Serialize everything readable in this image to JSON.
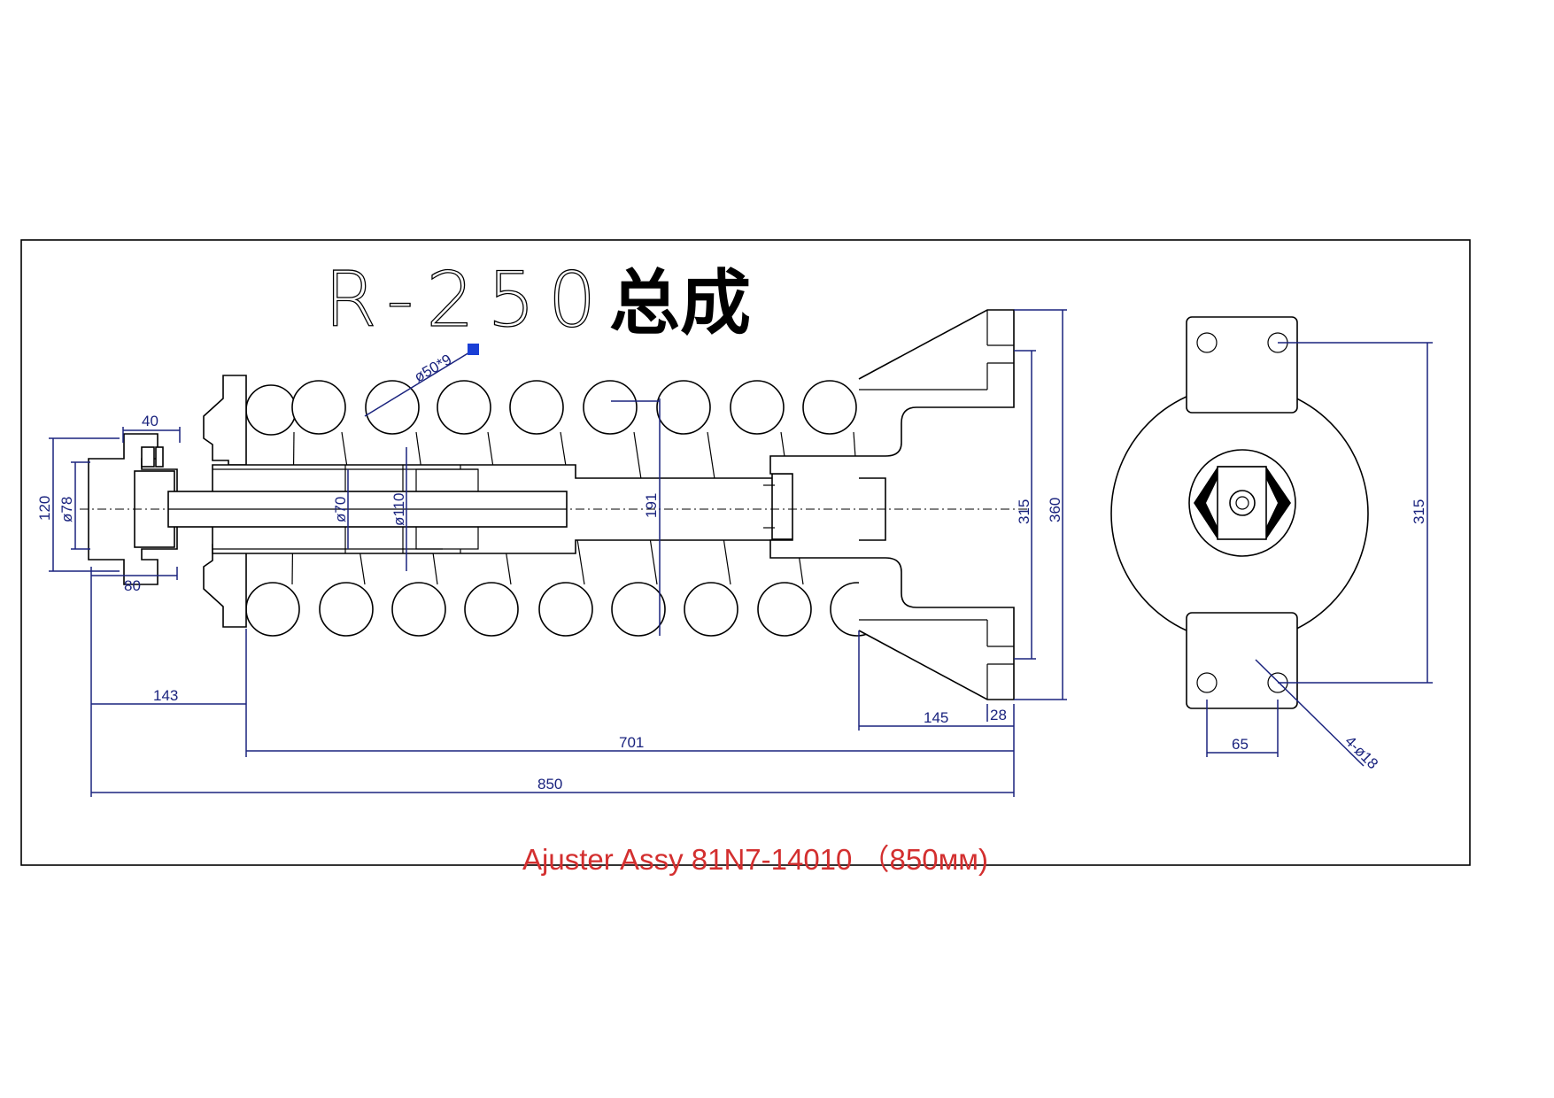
{
  "title": {
    "model": "R-250",
    "suffix": "总成"
  },
  "caption": "Ajuster Assy 81N7-14010 （850мм)",
  "dimensions": {
    "d40": "40",
    "d120": "120",
    "d78": "ø78",
    "d80": "80",
    "d143": "143",
    "d70": "ø70",
    "d110": "ø110",
    "d191": "191",
    "d50": "ø50*9",
    "d701": "701",
    "d850": "850",
    "d145": "145",
    "d28": "28",
    "d315": "315",
    "d360": "360",
    "d315b": "315",
    "d65": "65",
    "holes": "4-ø18"
  },
  "colors": {
    "dimension": "#1a237e",
    "caption": "#d32f2f",
    "outline": "#000000"
  }
}
